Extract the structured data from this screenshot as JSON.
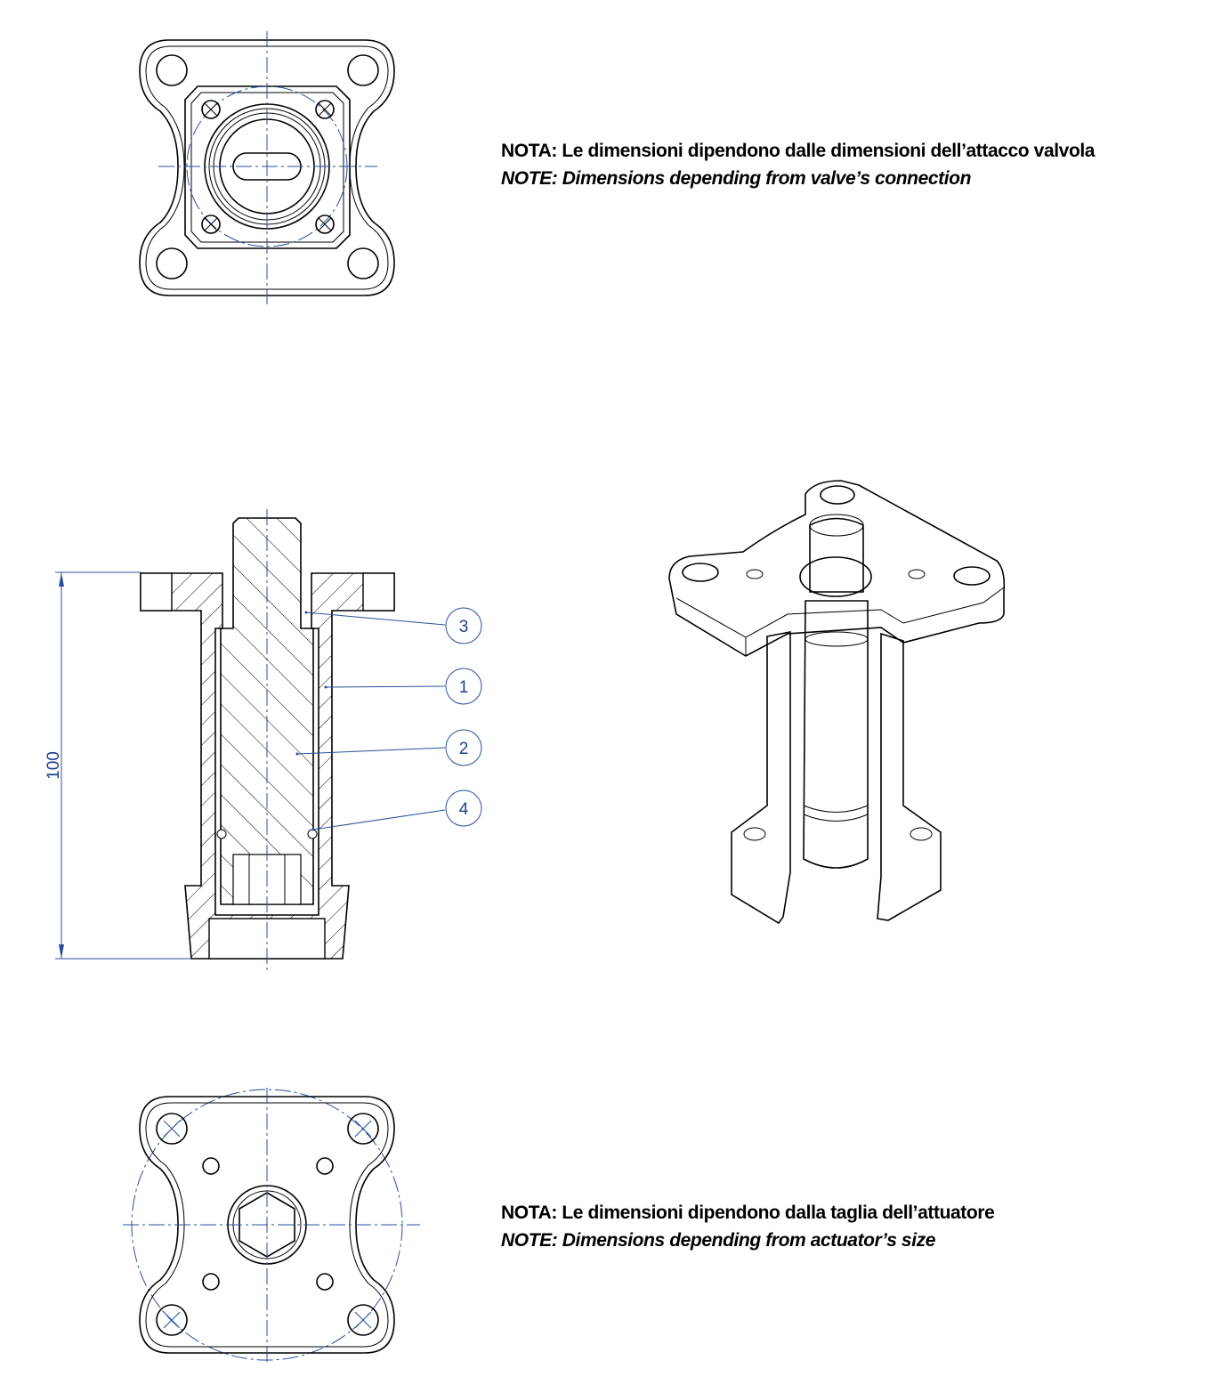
{
  "notes": {
    "top": {
      "it": "NOTA: Le dimensioni dipendono dalle dimensioni dell’attacco valvola",
      "en": "NOTE: Dimensions depending from valve’s connection"
    },
    "bottom": {
      "it": "NOTA: Le dimensioni dipendono dalla taglia dell’attuatore",
      "en": "NOTE: Dimensions depending from actuator’s size"
    }
  },
  "section_view": {
    "dimension": "100",
    "balloons": [
      "3",
      "1",
      "2",
      "4"
    ]
  },
  "colors": {
    "annotation": "#2a4f9a",
    "lines": "#000000"
  }
}
